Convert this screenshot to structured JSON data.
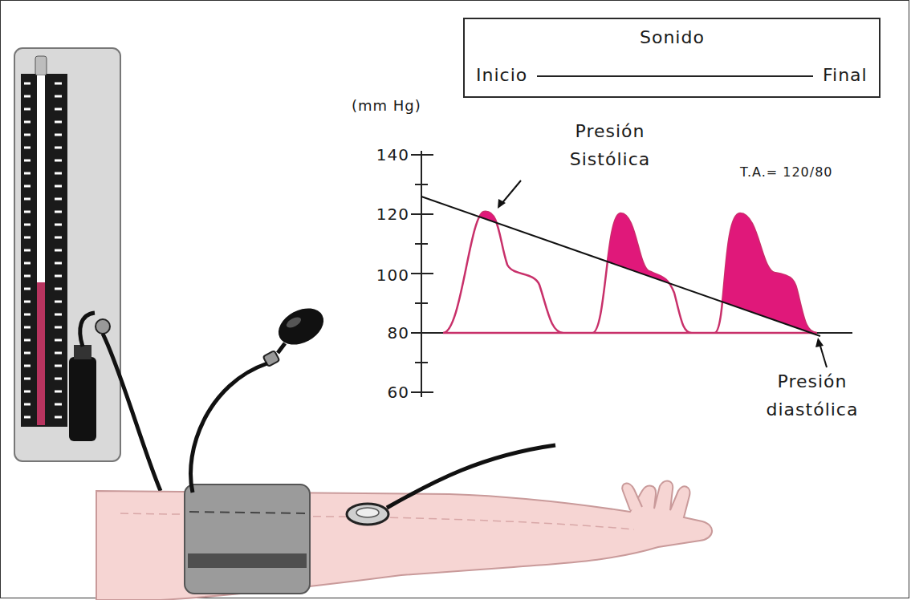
{
  "diagram": {
    "nodes": [
      {
        "text": [
          "Sonido",
          "Inicio",
          "Final"
        ]
      }
    ],
    "labels": [
      "(mm Hg)",
      "140",
      "120",
      "100",
      "80",
      "60",
      "Presión Sistólica",
      "T.A.= 120/80",
      "Presión diastólica"
    ]
  }
}
